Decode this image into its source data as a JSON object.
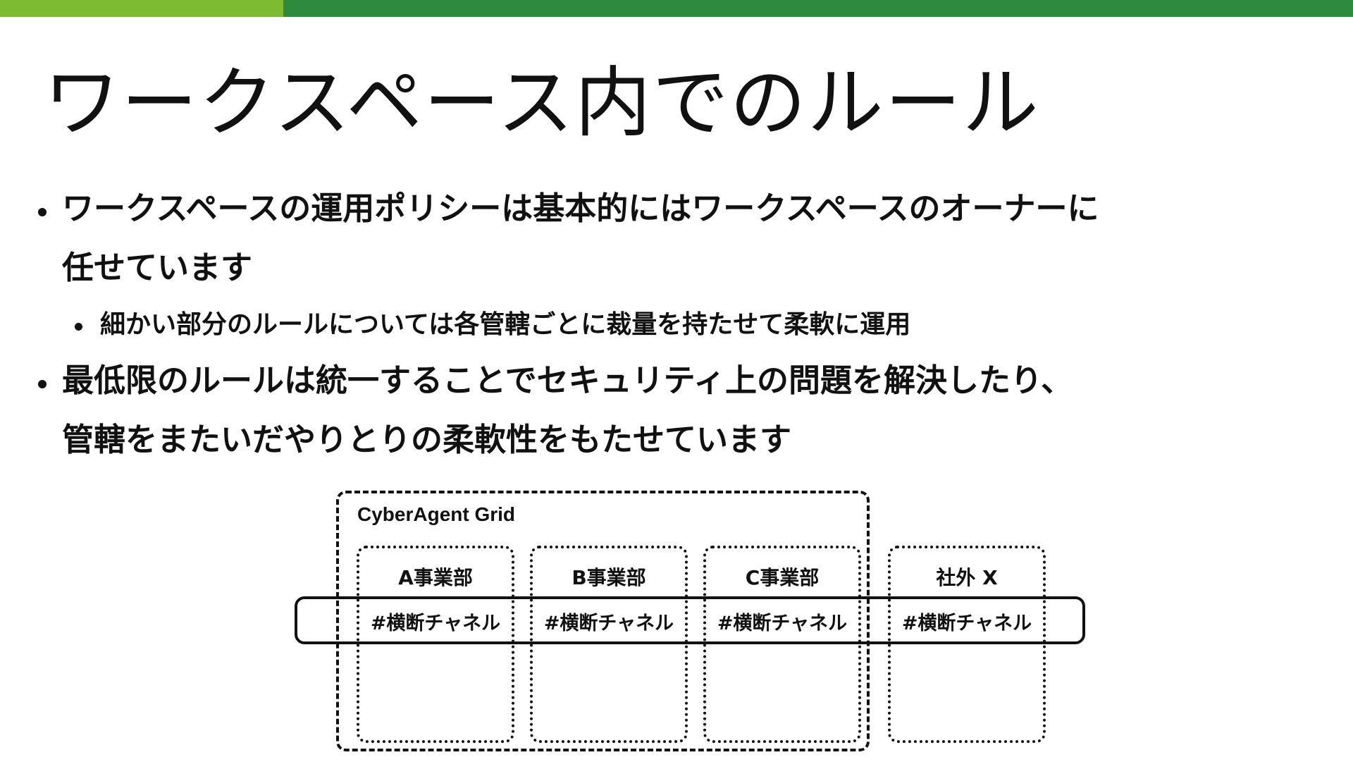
{
  "colors": {
    "bar_light": "#7dbb33",
    "bar_dark": "#2e8b3e",
    "text": "#111111"
  },
  "slide": {
    "title": "ワークスペース内でのルール",
    "bullets": {
      "b1_line1": "ワークスペースの運用ポリシーは基本的にはワークスペースのオーナーに",
      "b1_line2": "任せています",
      "b2": "細かい部分のルールについては各管轄ごとに裁量を持たせて柔軟に運用",
      "b3_line1": "最低限のルールは統一することでセキュリティ上の問題を解決したり、",
      "b3_line2": "管轄をまたいだやりとりの柔軟性をもたせています"
    }
  },
  "diagram": {
    "workspace_label": "CyberAgent Grid",
    "departments": [
      {
        "name": "A事業部",
        "channel": "#横断チャネル"
      },
      {
        "name": "B事業部",
        "channel": "#横断チャネル"
      },
      {
        "name": "C事業部",
        "channel": "#横断チャネル"
      },
      {
        "name": "社外 X",
        "channel": "#横断チャネル"
      }
    ]
  }
}
